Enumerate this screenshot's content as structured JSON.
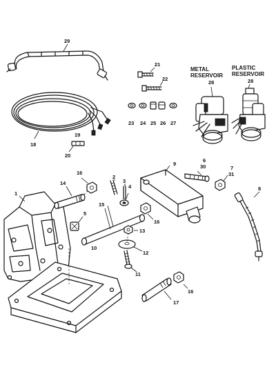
{
  "reservoirs": {
    "metal_line1": "METAL",
    "metal_line2": "RESERVOIR",
    "metal_num": "28",
    "plastic_line1": "PLASTIC",
    "plastic_line2": "RESERVOIR",
    "plastic_num": "28"
  },
  "callouts": {
    "c1": "1",
    "c2": "2",
    "c3": "3",
    "c4": "4",
    "c5": "5",
    "c6": "6",
    "c7": "7",
    "c8": "8",
    "c9": "9",
    "c10": "10",
    "c11": "11",
    "c12": "12",
    "c13": "13",
    "c14": "14",
    "c15": "15",
    "c16a": "16",
    "c16b": "16",
    "c16c": "16",
    "c17": "17",
    "c18": "18",
    "c19": "19",
    "c20": "20",
    "c21": "21",
    "c22": "22",
    "c23": "23",
    "c24": "24",
    "c25": "25",
    "c26": "26",
    "c27": "27",
    "c29": "29",
    "c30": "30",
    "c31": "31"
  }
}
